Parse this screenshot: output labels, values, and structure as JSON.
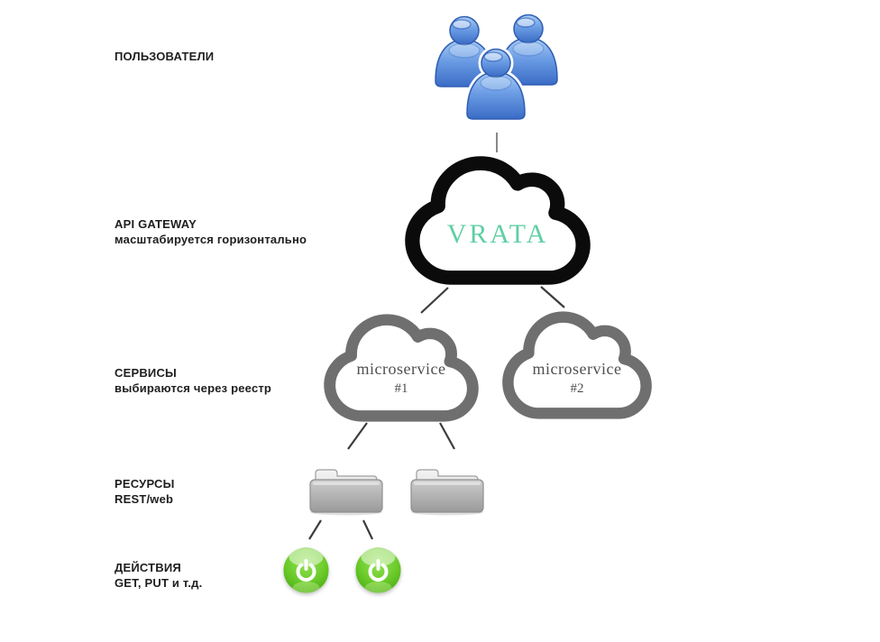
{
  "labels": {
    "users": {
      "text": "ПОЛЬЗОВАТЕЛИ"
    },
    "api_gateway": {
      "line1": "API GATEWAY",
      "line2": "масштабируется горизонтально"
    },
    "services": {
      "line1": "СЕРВИСЫ",
      "line2": "выбираются через реестр"
    },
    "resources": {
      "line1": "РЕСУРСЫ",
      "line2": "REST/web"
    },
    "actions": {
      "line1": "ДЕЙСТВИЯ",
      "line2": "GET, PUT и т.д."
    }
  },
  "nodes": {
    "gateway_cloud": {
      "label": "VRATA",
      "label_color": "#5fcfa4",
      "outline_color": "#0b0b0b"
    },
    "microservice_1": {
      "line1": "microservice",
      "line2": "#1"
    },
    "microservice_2": {
      "line1": "microservice",
      "line2": "#2"
    },
    "service_cloud_outline_color": "#6f6f6f",
    "service_cloud_text_color": "#4f4f4f"
  },
  "icons": {
    "users_group": "users-group-icon",
    "folder_1": "folder-icon",
    "folder_2": "folder-icon",
    "power_1": "power-button-icon",
    "power_2": "power-button-icon"
  },
  "colors": {
    "background": "#ffffff",
    "label_text": "#1e1e1e",
    "connector_line": "#3c3c3c",
    "users_blue": "#5b8fd6",
    "folder_gray": "#b0b0b0",
    "power_green": "#63c723"
  }
}
